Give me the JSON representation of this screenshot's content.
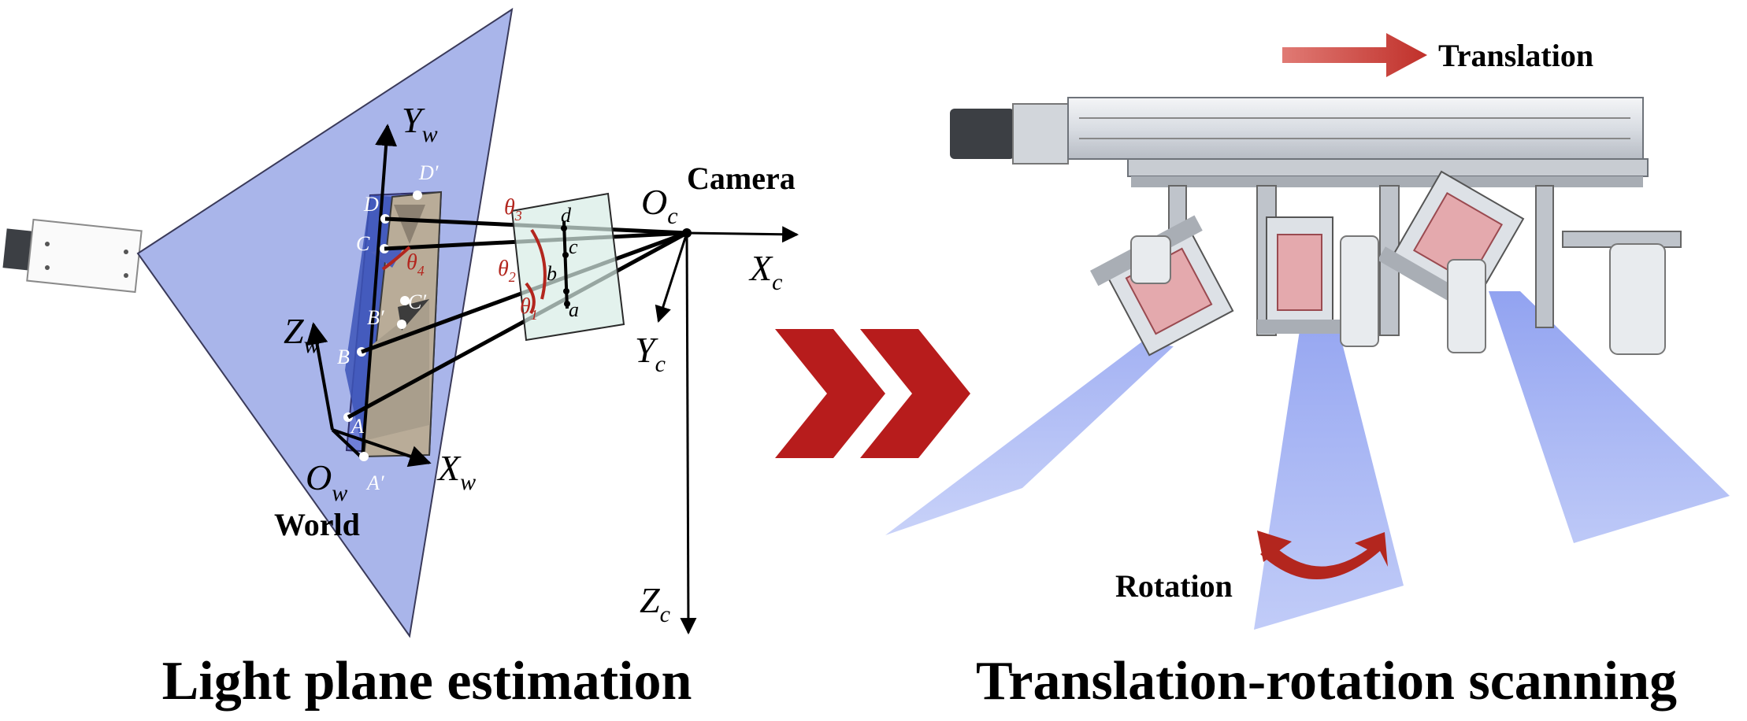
{
  "left_panel": {
    "caption": "Light plane estimation",
    "world_label": "World",
    "camera_label": "Camera",
    "axes": {
      "yw": {
        "main": "Y",
        "sub": "w"
      },
      "zw": {
        "main": "Z",
        "sub": "w"
      },
      "xw": {
        "main": "X",
        "sub": "w"
      },
      "ow": {
        "main": "O",
        "sub": "w"
      },
      "oc": {
        "main": "O",
        "sub": "c"
      },
      "xc": {
        "main": "X",
        "sub": "c"
      },
      "yc": {
        "main": "Y",
        "sub": "c"
      },
      "zc": {
        "main": "Z",
        "sub": "c"
      }
    },
    "object_points": {
      "d": "D",
      "d_prime": "D′",
      "c": "C",
      "c_prime": "C′",
      "b": "B",
      "b_prime": "B′",
      "a": "A",
      "a_prime": "A′"
    },
    "image_points": {
      "a": "a",
      "b": "b",
      "c": "c",
      "d": "d"
    },
    "angles": {
      "theta1": {
        "main": "θ",
        "sub": "1"
      },
      "theta2": {
        "main": "θ",
        "sub": "2"
      },
      "theta3": {
        "main": "θ",
        "sub": "3"
      },
      "theta4": {
        "main": "θ",
        "sub": "4"
      }
    }
  },
  "right_panel": {
    "caption": "Translation-rotation scanning",
    "translation_label": "Translation",
    "rotation_label": "Rotation"
  },
  "colors": {
    "light_plane": "#a9b5ea",
    "laser_beam": "#8c9ff0",
    "accent_red": "#b3261e",
    "chevron_red": "#b71c1c"
  }
}
